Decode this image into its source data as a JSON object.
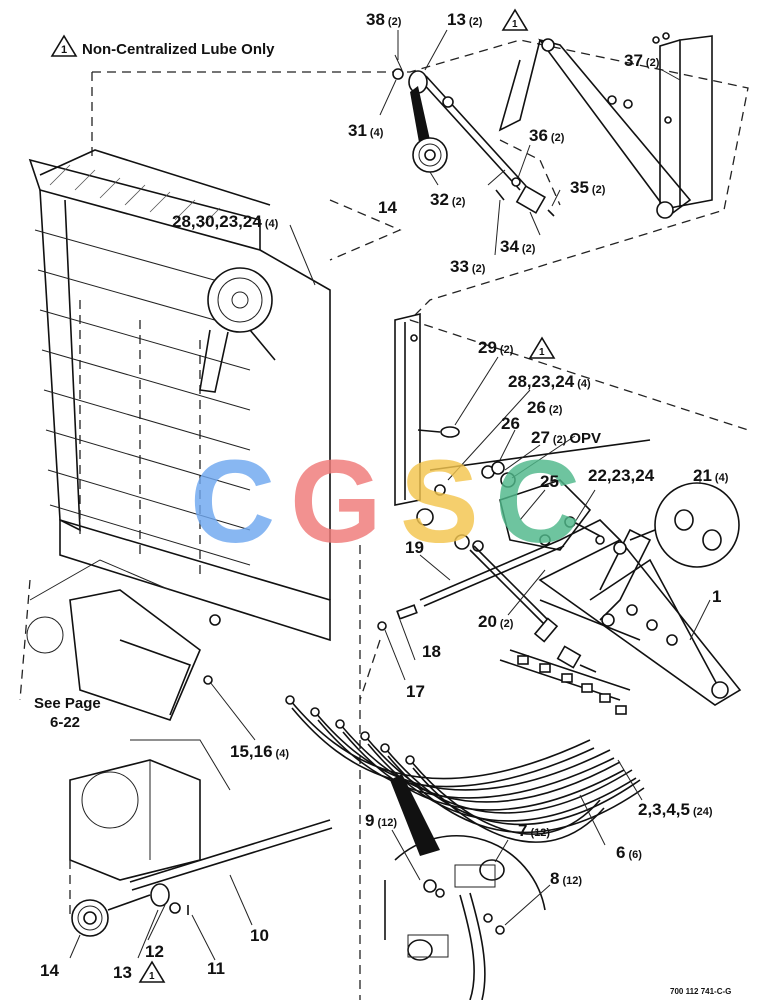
{
  "note": {
    "marker": "1",
    "text": "Non-Centralized Lube Only"
  },
  "watermark": {
    "letters": [
      "C",
      "G",
      "S",
      "C"
    ],
    "colors": [
      "#6fa8f0",
      "#f07a78",
      "#f3c54e",
      "#4fb88a"
    ]
  },
  "callouts": [
    {
      "id": "c38",
      "label": "38",
      "qty": "(2)"
    },
    {
      "id": "c13top",
      "label": "13",
      "qty": "(2)",
      "marker": "1"
    },
    {
      "id": "c37",
      "label": "37",
      "qty": "(2)"
    },
    {
      "id": "c31",
      "label": "31",
      "qty": "(4)"
    },
    {
      "id": "c36",
      "label": "36",
      "qty": "(2)"
    },
    {
      "id": "c14top",
      "label": "14",
      "qty": ""
    },
    {
      "id": "c32",
      "label": "32",
      "qty": "(2)"
    },
    {
      "id": "c35",
      "label": "35",
      "qty": "(2)"
    },
    {
      "id": "c34",
      "label": "34",
      "qty": "(2)"
    },
    {
      "id": "c33",
      "label": "33",
      "qty": "(2)"
    },
    {
      "id": "c28a",
      "label": "28,30,23,24",
      "qty": "(4)"
    },
    {
      "id": "c29",
      "label": "29",
      "qty": "(2)",
      "marker": "1"
    },
    {
      "id": "c28b",
      "label": "28,23,24",
      "qty": "(4)"
    },
    {
      "id": "c26a",
      "label": "26",
      "qty": "(2)"
    },
    {
      "id": "c26b",
      "label": "26",
      "qty": ""
    },
    {
      "id": "c27",
      "label": "27",
      "qty": "(2)",
      "suffix": "OPV"
    },
    {
      "id": "c25",
      "label": "25",
      "qty": ""
    },
    {
      "id": "c22",
      "label": "22,23,24",
      "qty": ""
    },
    {
      "id": "c21",
      "label": "21",
      "qty": "(4)"
    },
    {
      "id": "c19",
      "label": "19",
      "qty": ""
    },
    {
      "id": "c1",
      "label": "1",
      "qty": ""
    },
    {
      "id": "c20",
      "label": "20",
      "qty": "(2)"
    },
    {
      "id": "c18",
      "label": "18",
      "qty": ""
    },
    {
      "id": "c17",
      "label": "17",
      "qty": ""
    },
    {
      "id": "c15",
      "label": "15,16",
      "qty": "(4)"
    },
    {
      "id": "c2",
      "label": "2,3,4,5",
      "qty": "(24)"
    },
    {
      "id": "c9",
      "label": "9",
      "qty": "(12)"
    },
    {
      "id": "c7",
      "label": "7",
      "qty": "(12)"
    },
    {
      "id": "c6",
      "label": "6",
      "qty": "(6)"
    },
    {
      "id": "c8",
      "label": "8",
      "qty": "(12)"
    },
    {
      "id": "c10",
      "label": "10",
      "qty": ""
    },
    {
      "id": "c12",
      "label": "12",
      "qty": ""
    },
    {
      "id": "c14bot",
      "label": "14",
      "qty": ""
    },
    {
      "id": "c13bot",
      "label": "13",
      "qty": "",
      "marker": "1"
    },
    {
      "id": "c11",
      "label": "11",
      "qty": ""
    }
  ],
  "see_page": {
    "line1": "See Page",
    "line2": "6-22"
  },
  "footer_code": "700 112 741-C-G"
}
